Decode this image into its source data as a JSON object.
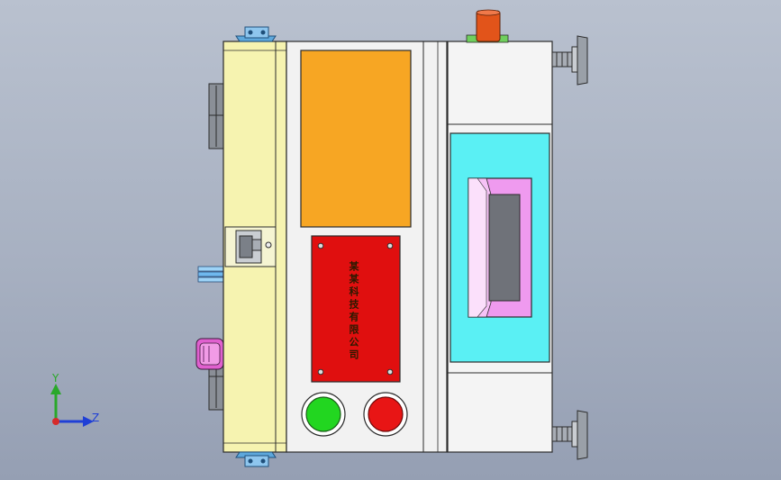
{
  "viewport": {
    "background_top": "#b9c1cf",
    "background_bottom": "#959fb3"
  },
  "machine": {
    "colors": {
      "left_panel": "#f6f3b0",
      "frame": "#f2f2f2",
      "display_window": "#f7a623",
      "control_plate": "#e00f0f",
      "chamber": "#5af0f4",
      "chamber_insert": "#ef9aef",
      "top_valve": "#e2541a",
      "start_button": "#22d620",
      "stop_button": "#e81515"
    },
    "plate_text": "某某科技有限公司",
    "icons": [
      "hinge-icon",
      "latch-icon",
      "connector-icon",
      "cable-gland-icon",
      "leveling-foot-icon"
    ]
  },
  "axis_triad": {
    "y_label": "Y",
    "z_label": "Z"
  }
}
